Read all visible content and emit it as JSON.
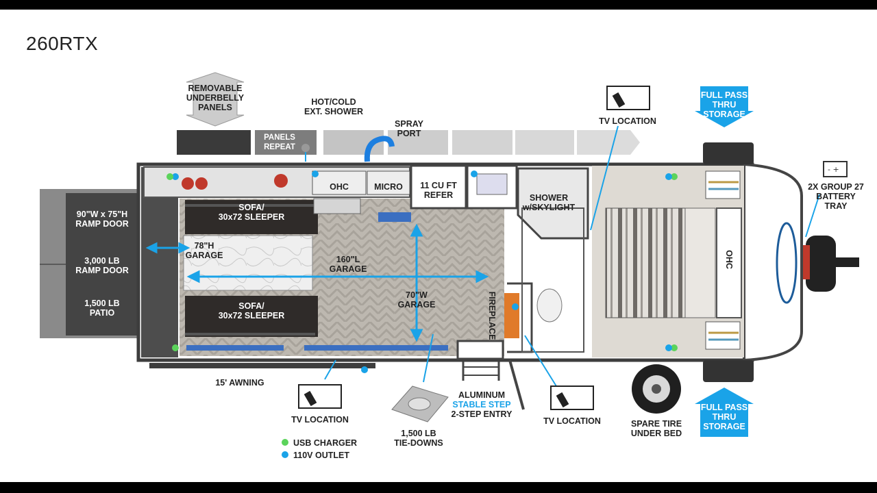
{
  "model": "260RTX",
  "labels": {
    "underbelly": "REMOVABLE\nUNDERBELLY\nPANELS",
    "panels_repeat": "PANELS\nREPEAT",
    "ext_shower": "HOT/COLD\nEXT. SHOWER",
    "spray_port": "SPRAY\nPORT",
    "tv_location_top": "TV LOCATION",
    "pass_thru_top": "FULL PASS\nTHRU\nSTORAGE",
    "battery": "2X GROUP 27\nBATTERY\nTRAY",
    "ramp_door_size": "90\"W x 75\"H\nRAMP DOOR",
    "ramp_door_lb": "3,000 LB\nRAMP DOOR",
    "patio_lb": "1,500 LB\nPATIO",
    "sofa_top": "SOFA/\n30x72 SLEEPER",
    "sofa_bottom": "SOFA/\n30x72 SLEEPER",
    "garage_height": "78\"H\nGARAGE",
    "garage_length": "160\"L\nGARAGE",
    "garage_width": "70\"W\nGARAGE",
    "ohc_kitchen": "OHC",
    "micro": "MICRO",
    "refer": "11 CU FT\nREFER",
    "shower": "SHOWER\nw/SKYLIGHT",
    "fireplace": "FIREPLACE",
    "ohc_bedroom": "OHC",
    "awning": "15' AWNING",
    "tv_location_bottom_left": "TV LOCATION",
    "usb": "USB CHARGER",
    "outlet": "110V OUTLET",
    "tie_downs": "1,500 LB\nTIE-DOWNS",
    "step_1": "ALUMINUM",
    "step_2": "STABLE STEP",
    "step_3": "2-STEP ENTRY",
    "tv_location_bottom_right": "TV LOCATION",
    "spare_tire": "SPARE TIRE\nUNDER BED",
    "pass_thru_bottom": "FULL PASS\nTHRU\nSTORAGE"
  },
  "colors": {
    "accent_blue": "#1aa3e8",
    "wall": "#4a4a4a",
    "floor": "#b9b5ae",
    "usb_green": "#5bd35b",
    "outlet_blue": "#1aa3e8"
  }
}
